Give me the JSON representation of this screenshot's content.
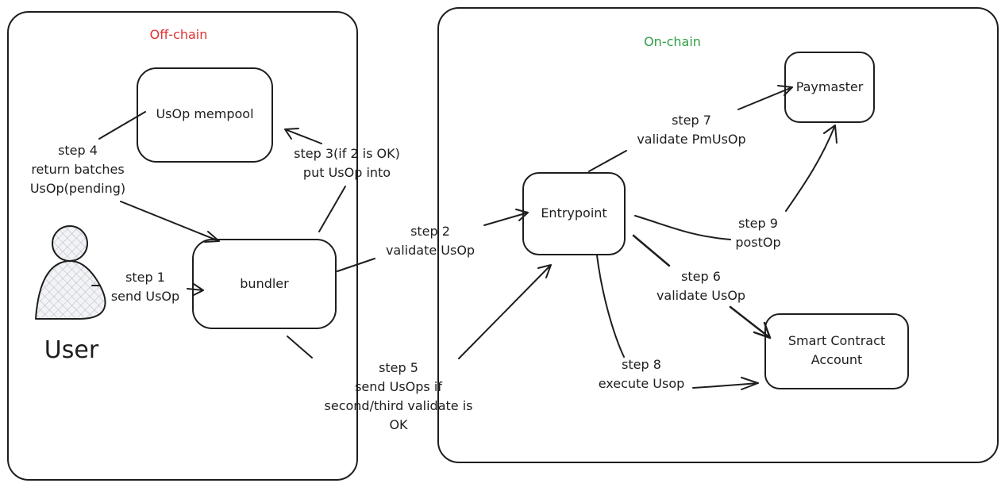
{
  "regions": {
    "offchain": {
      "title": "Off-chain",
      "color": "#e03131"
    },
    "onchain": {
      "title": "On-chain",
      "color": "#2f9e44"
    }
  },
  "nodes": {
    "mempool": "UsOp mempool",
    "bundler": "bundler",
    "entrypoint": "Entrypoint",
    "paymaster": "Paymaster",
    "sca_line1": "Smart Contract",
    "sca_line2": "Account",
    "user": "User"
  },
  "steps": {
    "s1": {
      "title": "step 1",
      "desc": "send UsOp"
    },
    "s2": {
      "title": "step 2",
      "desc": "validate UsOp"
    },
    "s3": {
      "title": "step 3(if 2 is OK)",
      "desc": "put UsOp into"
    },
    "s4": {
      "title": "step 4",
      "desc": "return batches\nUsOp(pending)"
    },
    "s5": {
      "title": "step 5",
      "desc": "send UsOps if\nsecond/third validate is\nOK"
    },
    "s6": {
      "title": "step 6",
      "desc": "validate UsOp"
    },
    "s7": {
      "title": "step 7",
      "desc": "validate PmUsOp"
    },
    "s8": {
      "title": "step 8",
      "desc": "execute Usop"
    },
    "s9": {
      "title": "step 9",
      "desc": "postOp"
    }
  }
}
